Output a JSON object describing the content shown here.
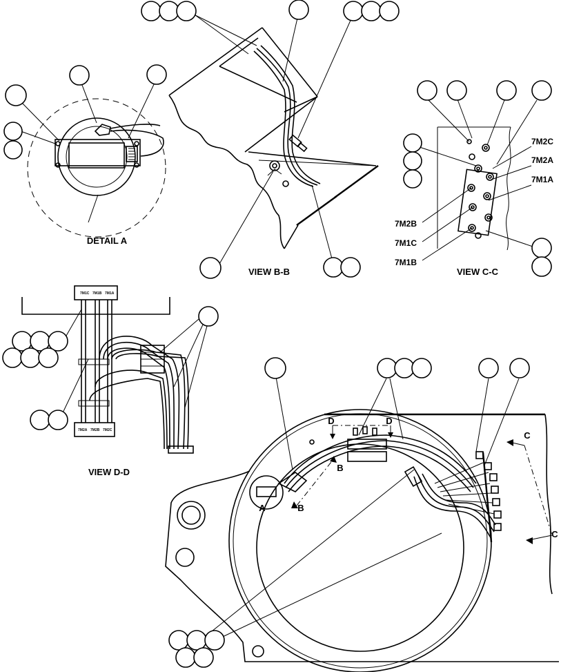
{
  "views": {
    "detail_a": "DETAIL A",
    "view_bb": "VIEW B-B",
    "view_cc": "VIEW C-C",
    "view_dd": "VIEW D-D"
  },
  "connector_labels": {
    "m2c": "7M2C",
    "m2a": "7M2A",
    "m1a": "7M1A",
    "m2b": "7M2B",
    "m1c": "7M1C",
    "m1b": "7M1B"
  },
  "block_labels": {
    "top": [
      "7M1C",
      "7M1B",
      "7M1A"
    ],
    "bottom": [
      "7M2A",
      "7M2B",
      "7M2C"
    ]
  },
  "section_markers": {
    "a": "A",
    "b1": "B",
    "b2": "B",
    "c1": "C",
    "c2": "C",
    "d1": "D",
    "d2": "D"
  }
}
